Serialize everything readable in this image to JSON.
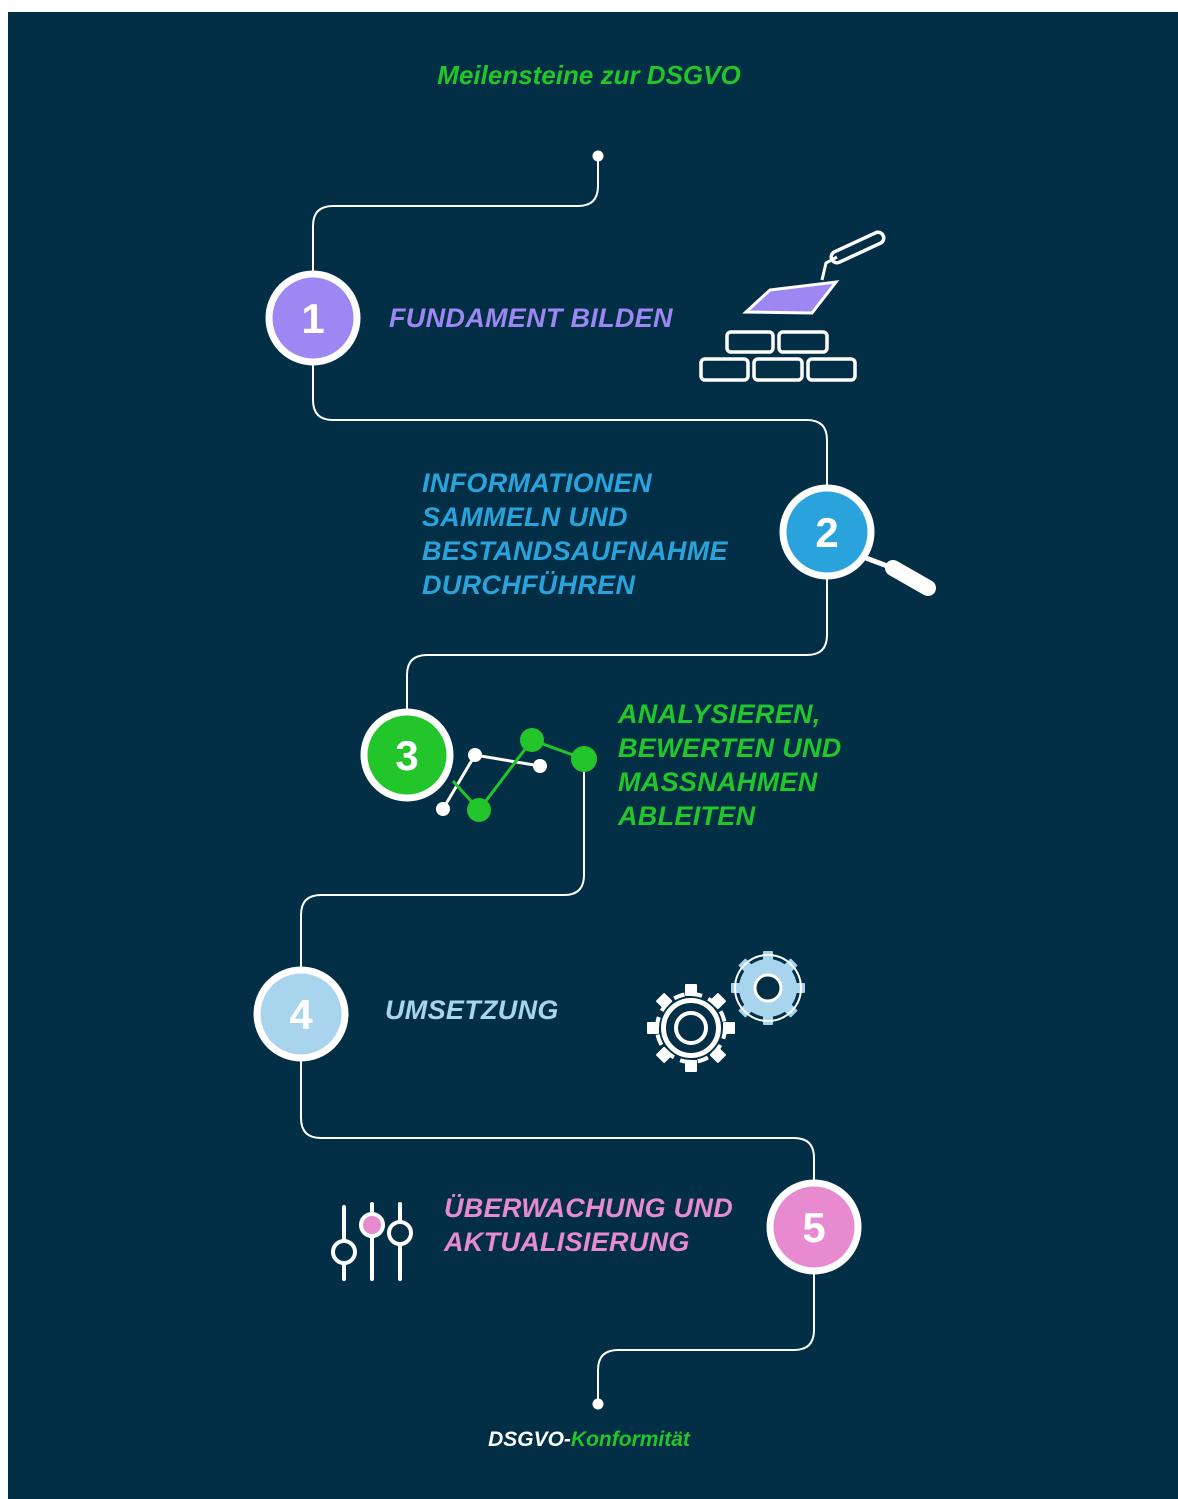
{
  "title": "Meilensteine zur DSGVO",
  "colors": {
    "background": "#022f46",
    "line": "#ffffff",
    "step1": "#9d87f2",
    "step2": "#2aa3dc",
    "step3": "#22c52a",
    "step4": "#a9d4ee",
    "step5": "#e88ad0"
  },
  "steps": [
    {
      "number": "1",
      "lines": [
        "FUNDAMENT BILDEN"
      ],
      "icon": "trowel-bricks-icon"
    },
    {
      "number": "2",
      "lines": [
        "INFORMATIONEN",
        "SAMMELN  UND",
        "BESTANDSAUFNAHME",
        "DURCHFÜHREN"
      ],
      "icon": "magnifier-icon"
    },
    {
      "number": "3",
      "lines": [
        "ANALYSIEREN,",
        "BEWERTEN UND",
        "MASSNAHMEN",
        "ABLEITEN"
      ],
      "icon": "network-graph-icon"
    },
    {
      "number": "4",
      "lines": [
        "UMSETZUNG"
      ],
      "icon": "gears-icon"
    },
    {
      "number": "5",
      "lines": [
        "ÜBERWACHUNG UND",
        "AKTUALISIERUNG"
      ],
      "icon": "sliders-icon"
    }
  ],
  "footer": {
    "part1": "DSGVO-",
    "part2": "Konformität"
  }
}
